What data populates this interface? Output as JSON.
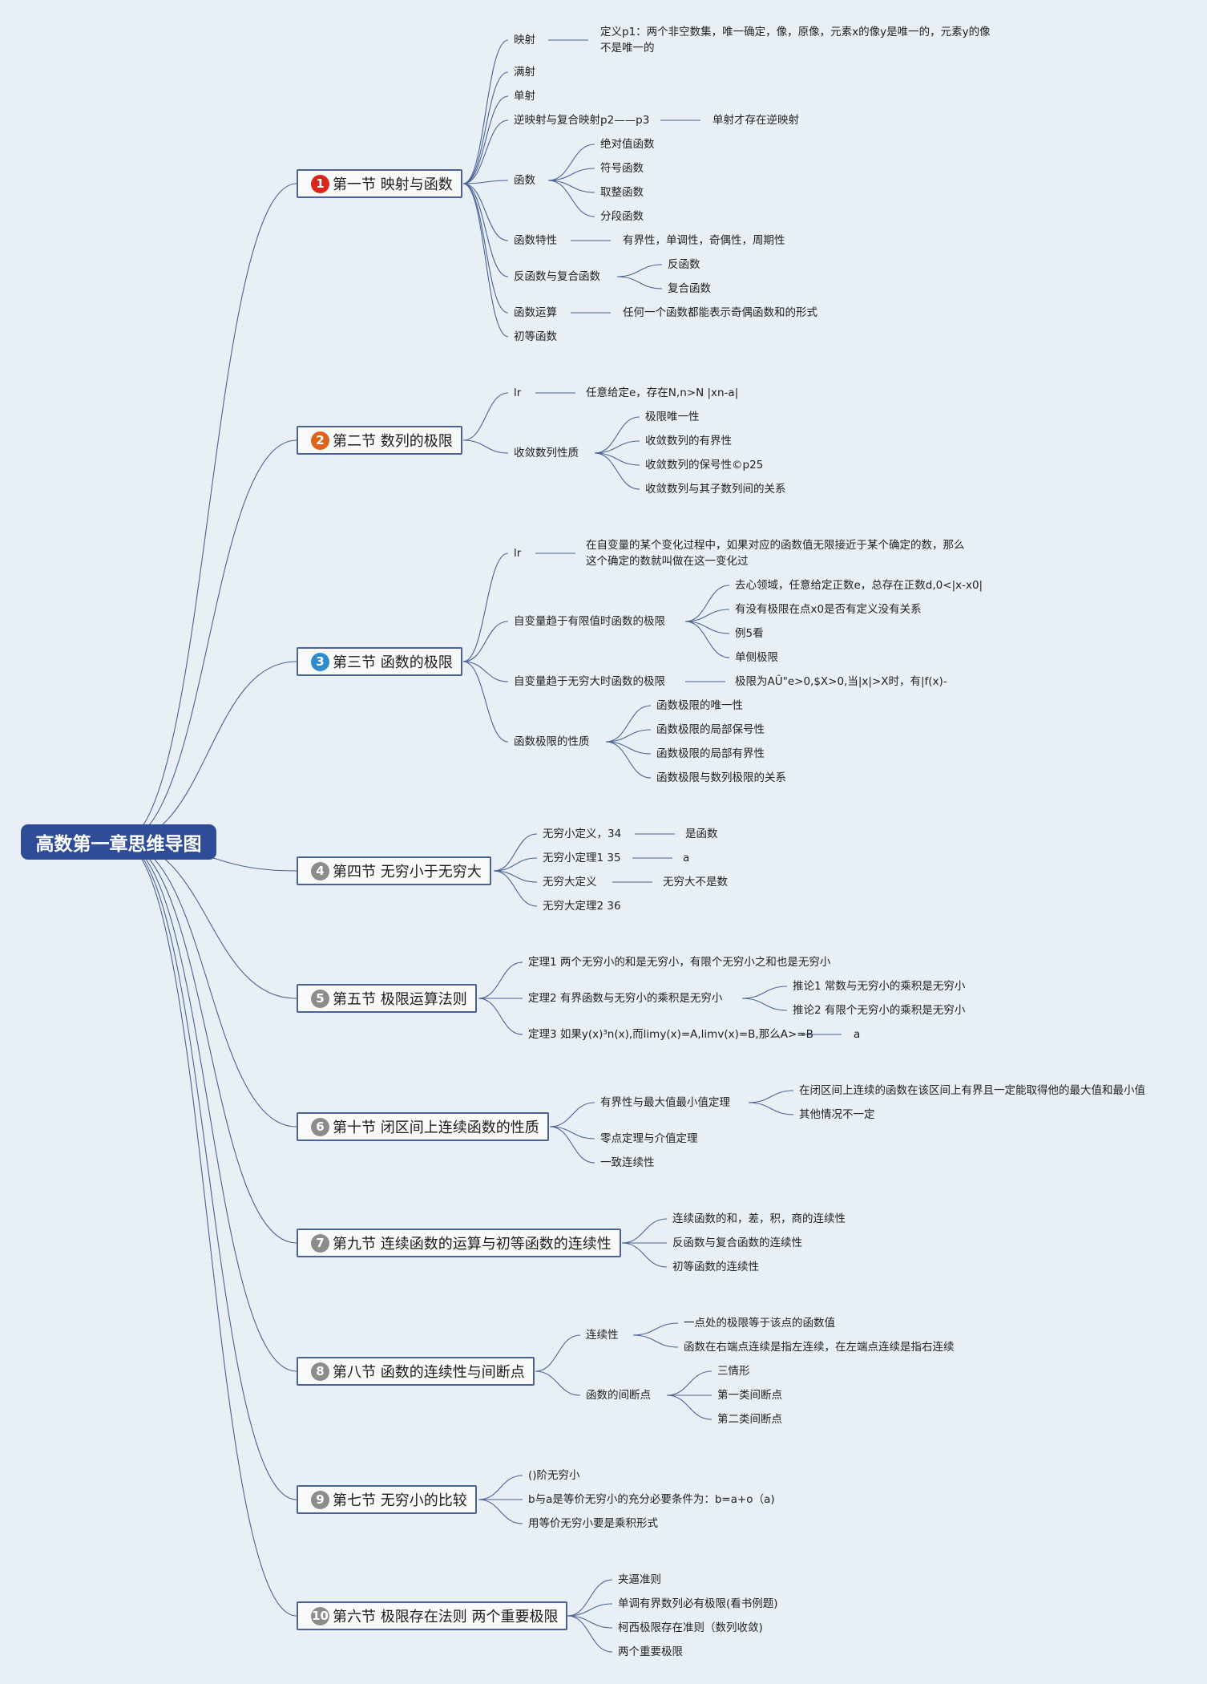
{
  "root_title": "高数第一章思维导图",
  "colors": {
    "root": "#2f4c96",
    "line": "#4a6296",
    "background": "#e8eff5"
  },
  "sections": [
    {
      "num": "1",
      "color": "#d9261c",
      "title": "第一节 映射与函数"
    },
    {
      "num": "2",
      "color": "#e0631c",
      "title": "第二节 数列的极限"
    },
    {
      "num": "3",
      "color": "#2f8bcf",
      "title": "第三节 函数的极限"
    },
    {
      "num": "4",
      "color": "#8c8c8c",
      "title": "第四节 无穷小于无穷大"
    },
    {
      "num": "5",
      "color": "#8c8c8c",
      "title": "第五节 极限运算法则"
    },
    {
      "num": "6",
      "color": "#8c8c8c",
      "title": "第十节 闭区间上连续函数的性质"
    },
    {
      "num": "7",
      "color": "#8c8c8c",
      "title": "第九节 连续函数的运算与初等函数的连续性"
    },
    {
      "num": "8",
      "color": "#8c8c8c",
      "title": "第八节 函数的连续性与间断点"
    },
    {
      "num": "9",
      "color": "#8c8c8c",
      "title": "第七节 无穷小的比较"
    },
    {
      "num": "10",
      "color": "#8c8c8c",
      "title": "第六节 极限存在法则 两个重要极限"
    }
  ],
  "labels": {
    "s1_yingshe": "映射",
    "s1_def_line1": "定义p1：两个非空数集，唯一确定，像，原像，元素x的像y是唯一的，元素y的像",
    "s1_def_line2": "不是唯一的",
    "s1_manshe": "满射",
    "s1_danshe": "单射",
    "s1_niying": "逆映射与复合映射p2——p3",
    "s1_niying_note": "单射才存在逆映射",
    "s1_hanshu": "函数",
    "s1_jueduizhi": "绝对值函数",
    "s1_fuhao": "符号函数",
    "s1_quzheng": "取整函数",
    "s1_fenduan": "分段函数",
    "s1_texing": "函数特性",
    "s1_texing_note": "有界性，单调性，奇偶性，周期性",
    "s1_fanfuhe": "反函数与复合函数",
    "s1_fan": "反函数",
    "s1_fuhe": "复合函数",
    "s1_yunsuan": "函数运算",
    "s1_yunsuan_note": "任何一个函数都能表示奇偶函数和的形式",
    "s1_chudeng": "初等函数",
    "s2_lr": "lr",
    "s2_lr_note": "任意给定e，存在N,n>N |xn-a|",
    "s2_xingzhi": "收敛数列性质",
    "s2_weiyi": "极限唯一性",
    "s2_youjie": "收敛数列的有界性",
    "s2_baohao": "收敛数列的保号性©p25",
    "s2_zishulie": "收敛数列与其子数列间的关系",
    "s3_lr": "lr",
    "s3_lr_line1": "在自变量的某个变化过程中，如果对应的函数值无限接近于某个确定的数，那么",
    "s3_lr_line2": "这个确定的数就叫做在这一变化过",
    "s3_youxian": "自变量趋于有限值时函数的极限",
    "s3_quxin": "去心领域，任意给定正数e，总存在正数d,0<|x-x0|",
    "s3_youmeiyou": "有没有极限在点x0是否有定义没有关系",
    "s3_li5": "例5看",
    "s3_dance": "单侧极限",
    "s3_wuqiong": "自变量趋于无穷大时函数的极限",
    "s3_wuqiong_note": "极限为AÛ\"e>0,$X>0,当|x|>X时，有|f(x)-",
    "s3_xingzhi": "函数极限的性质",
    "s3_weiyi": "函数极限的唯一性",
    "s3_baohao": "函数极限的局部保号性",
    "s3_youjie": "函数极限的局部有界性",
    "s3_guanxi": "函数极限与数列极限的关系",
    "s4_xiao_def": "无穷小定义，34",
    "s4_xiao_def_note": "是函数",
    "s4_xiao_thm": "无穷小定理1 35",
    "s4_xiao_thm_note": "a",
    "s4_da_def": "无穷大定义",
    "s4_da_def_note": "无穷大不是数",
    "s4_da_thm": "无穷大定理2 36",
    "s5_t1": "定理1 两个无穷小的和是无穷小，有限个无穷小之和也是无穷小",
    "s5_t2": "定理2 有界函数与无穷小的乘积是无穷小",
    "s5_c1": "推论1 常数与无穷小的乘积是无穷小",
    "s5_c2": "推论2 有限个无穷小的乘积是无穷小",
    "s5_t3": "定理3 如果y(x)³n(x),而limy(x)=A,limv(x)=B,那么A>=B",
    "s5_t3_note": "a",
    "s6_zuizhi": "有界性与最大值最小值定理",
    "s6_zuizhi_1": "在闭区间上连续的函数在该区间上有界且一定能取得他的最大值和最小值",
    "s6_zuizhi_2": "其他情况不一定",
    "s6_lingdian": "零点定理与介值定理",
    "s6_yizhi": "一致连续性",
    "s7_he": "连续函数的和，差，积，商的连续性",
    "s7_fan": "反函数与复合函数的连续性",
    "s7_chudeng": "初等函数的连续性",
    "s8_lianxu": "连续性",
    "s8_lianxu_1": "一点处的极限等于该点的函数值",
    "s8_lianxu_2": "函数在右端点连续是指左连续，在左端点连续是指右连续",
    "s8_jianduan": "函数的间断点",
    "s8_san": "三情形",
    "s8_di1": "第一类间断点",
    "s8_di2": "第二类间断点",
    "s9_jie": "()阶无穷小",
    "s9_dengjia": "b与a是等价无穷小的充分必要条件为：b=a+o（a)",
    "s9_chengji": "用等价无穷小要是乘积形式",
    "s10_jiabi": "夹逼准则",
    "s10_dandiao": "单调有界数列必有极限(看书例题)",
    "s10_kexi": "柯西极限存在准则（数列收敛)",
    "s10_liangge": "两个重要极限"
  }
}
